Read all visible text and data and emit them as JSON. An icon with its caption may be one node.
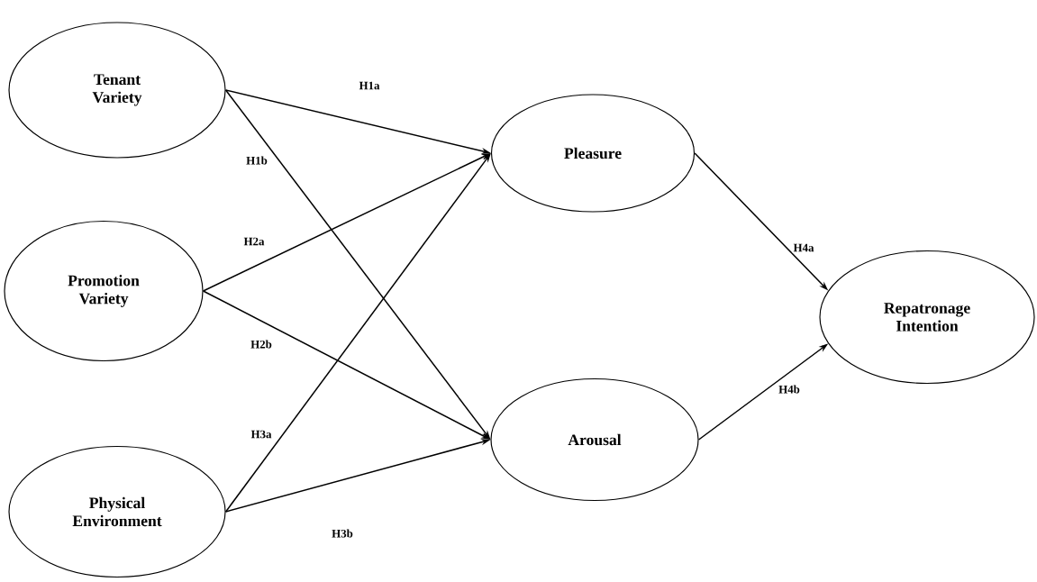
{
  "diagram": {
    "nodes": [
      {
        "text": [
          "Tenant Variety"
        ]
      },
      {
        "text": [
          "Promotion Variety"
        ]
      },
      {
        "text": [
          "Physical Environment"
        ]
      },
      {
        "text": [
          "Pleasure"
        ]
      },
      {
        "text": [
          "Arousal"
        ]
      },
      {
        "text": [
          "Repatronage Intention"
        ]
      }
    ],
    "edges": [
      {
        "from": 0,
        "to": 3,
        "arrow": "to",
        "label": "H1a"
      },
      {
        "from": 0,
        "to": 4,
        "arrow": "to",
        "label": "H1b"
      },
      {
        "from": 1,
        "to": 3,
        "arrow": "to",
        "label": "H2a"
      },
      {
        "from": 1,
        "to": 4,
        "arrow": "to",
        "label": "H2b"
      },
      {
        "from": 2,
        "to": 3,
        "arrow": "to",
        "label": "H3a"
      },
      {
        "from": 2,
        "to": 4,
        "arrow": "to",
        "label": "H3b"
      },
      {
        "from": 3,
        "to": 5,
        "arrow": "to",
        "label": "H4a"
      },
      {
        "from": 4,
        "to": 5,
        "arrow": "to",
        "label": "H4b"
      }
    ]
  }
}
